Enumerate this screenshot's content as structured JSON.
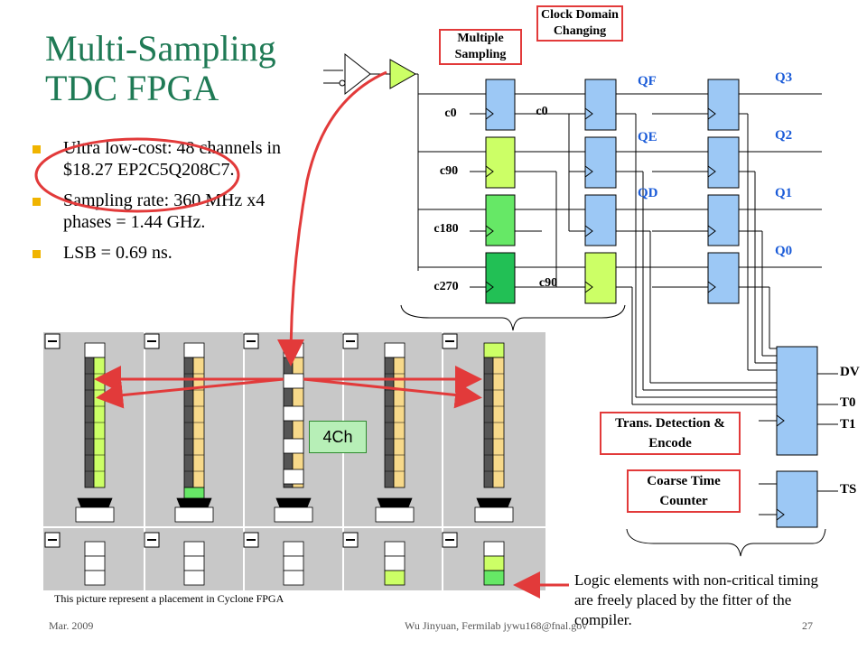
{
  "slide": {
    "title_line1": "Multi-Sampling",
    "title_line2": "TDC FPGA",
    "bullets": [
      "Ultra low-cost: 48 channels in $18.27 EP2C5Q208C7.",
      "Sampling rate: 360 MHz x4 phases = 1.44 GHz.",
      "LSB = 0.69 ns."
    ]
  },
  "diagram": {
    "multiple_sampling": "Multiple Sampling",
    "clock_domain": "Clock Domain Changing",
    "clock_labels": [
      "c0",
      "c90",
      "c180",
      "c270"
    ],
    "clock_labels_right": [
      "c0",
      "c90"
    ],
    "q_labels_mid": [
      "QF",
      "QE",
      "QD"
    ],
    "q_labels_right": [
      "Q3",
      "Q2",
      "Q1",
      "Q0"
    ],
    "outputs": [
      "DV",
      "T0",
      "T1",
      "TS"
    ],
    "trans_detection": "Trans. Detection & Encode",
    "coarse_time": "Coarse Time Counter",
    "channels_label": "4Ch"
  },
  "placement_caption": "This picture represent a placement in Cyclone FPGA",
  "note": "Logic elements with non-critical timing are freely placed by the fitter of the compiler.",
  "footer": {
    "date": "Mar. 2009",
    "author": "Wu Jinyuan, Fermilab jywu168@fnal.gov",
    "page": "27"
  },
  "colors": {
    "title": "#1f7a55",
    "accent_red": "#e23a3a",
    "ff_blue": "#9cc8f5",
    "ff_green": "#ccff66",
    "q_blue": "#1a5bd8",
    "bullet": "#f0b400"
  }
}
